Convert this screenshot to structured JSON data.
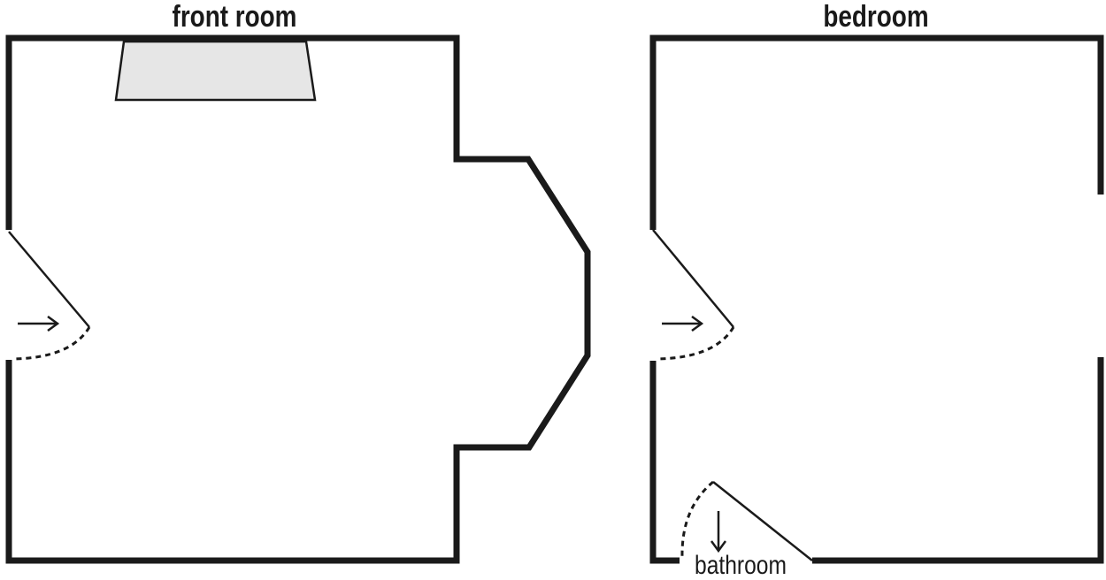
{
  "rooms": {
    "front_room": {
      "title": "front room"
    },
    "bedroom": {
      "title": "bedroom"
    }
  },
  "labels": {
    "bathroom": "bathroom"
  },
  "colors": {
    "wall": "#1a1a1a",
    "fixture_fill": "#e6e6e6",
    "background": "#ffffff"
  },
  "icons": {
    "entry_arrow": "arrow-right-icon",
    "bathroom_arrow": "arrow-down-icon"
  }
}
